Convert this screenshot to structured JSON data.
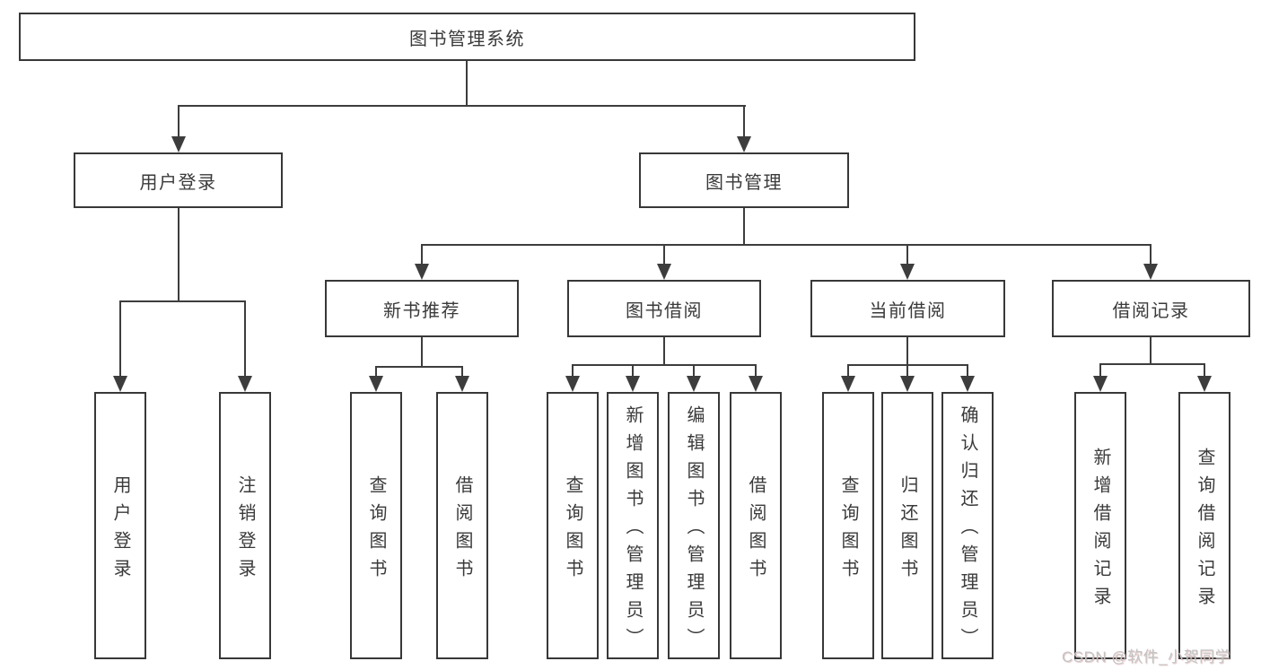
{
  "colors": {
    "background": "#ffffff",
    "line": "#3d3d3d",
    "box_border": "#383838",
    "text": "#3a3a3a",
    "watermark": "#c3c3c3"
  },
  "watermark": "CSDN @软件_小贺同学",
  "tree": {
    "root": {
      "label": "图书管理系统",
      "children": [
        {
          "label": "用户登录",
          "children": [
            {
              "label": "用户登录"
            },
            {
              "label": "注销登录"
            }
          ]
        },
        {
          "label": "图书管理",
          "children": [
            {
              "label": "新书推荐",
              "children": [
                {
                  "label": "查询图书"
                },
                {
                  "label": "借阅图书"
                }
              ]
            },
            {
              "label": "图书借阅",
              "children": [
                {
                  "label": "查询图书"
                },
                {
                  "label": "新增图书（管理员）"
                },
                {
                  "label": "编辑图书（管理员）"
                },
                {
                  "label": "借阅图书"
                }
              ]
            },
            {
              "label": "当前借阅",
              "children": [
                {
                  "label": "查询图书"
                },
                {
                  "label": "归还图书"
                },
                {
                  "label": "确认归还（管理员）"
                }
              ]
            },
            {
              "label": "借阅记录",
              "children": [
                {
                  "label": "新增借阅记录"
                },
                {
                  "label": "查询借阅记录"
                }
              ]
            }
          ]
        }
      ]
    }
  }
}
